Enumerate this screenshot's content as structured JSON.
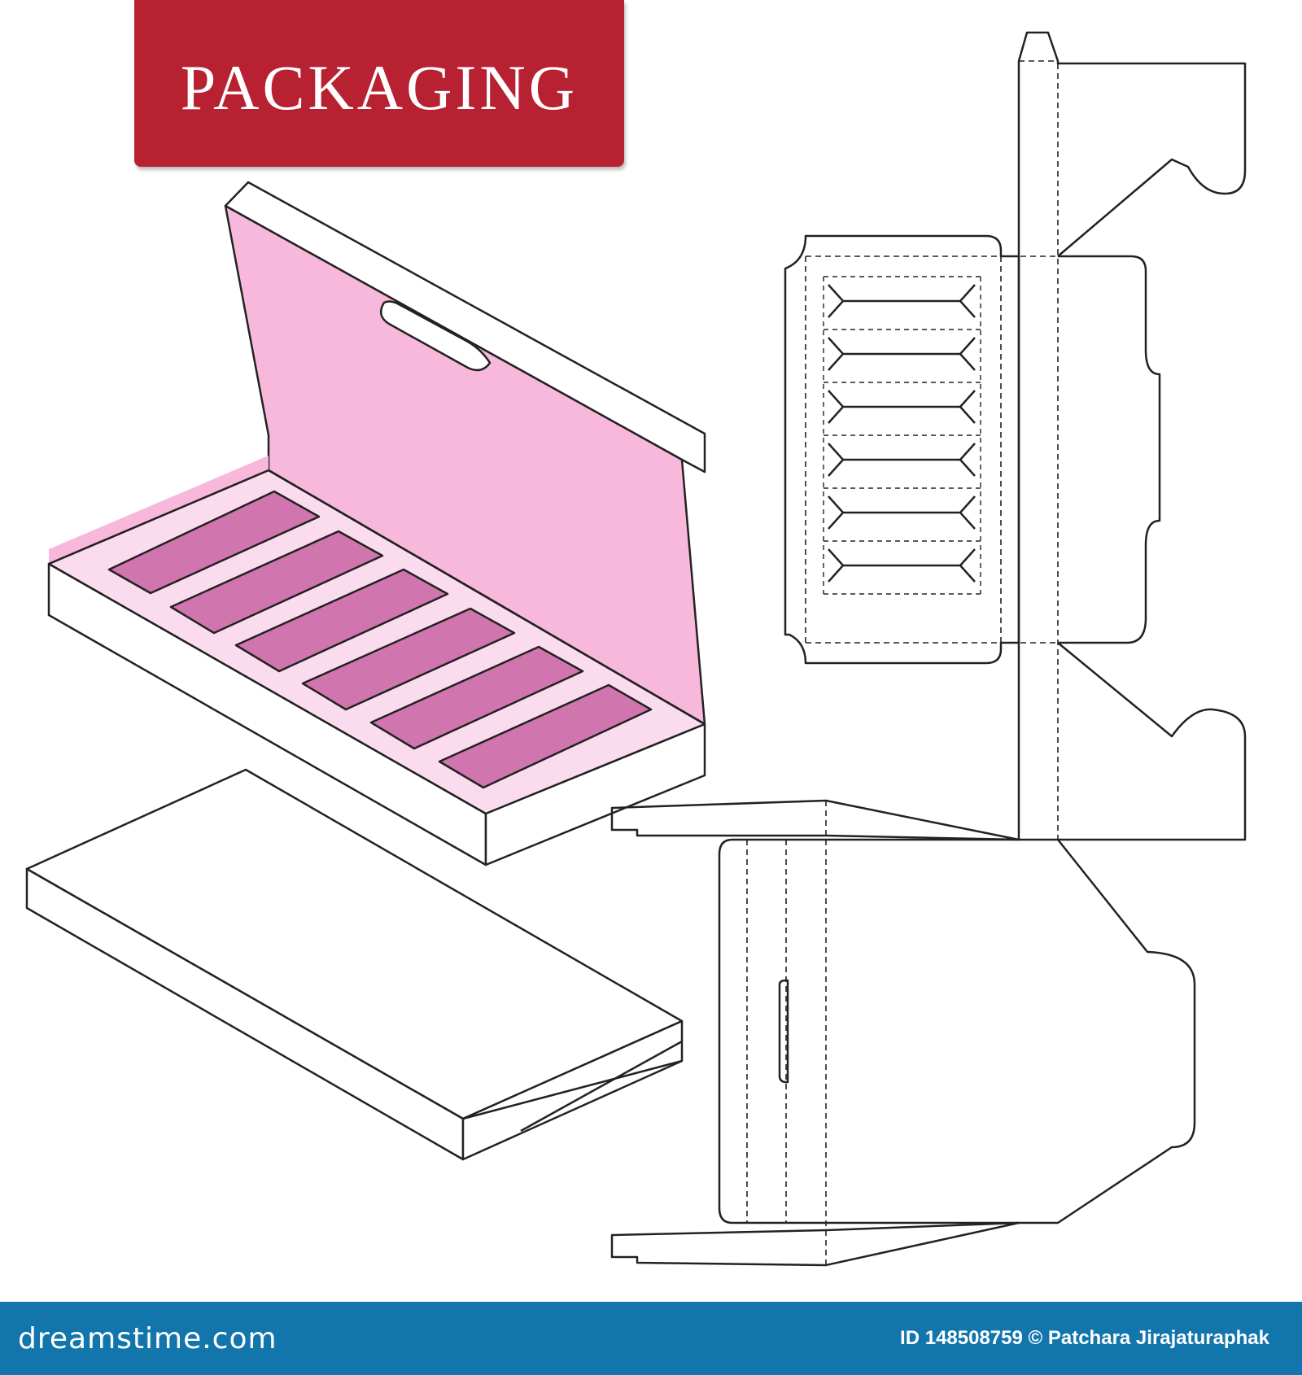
{
  "title": {
    "text": "PACKAGING"
  },
  "footer": {
    "logo_text": "dreamstime.com",
    "id_text": "ID 148508759 © Patchara Jirajaturaphak"
  },
  "colors": {
    "badge": "#b82132",
    "footer": "#1276ad",
    "lid_pink": "#f7b8db",
    "tray_light": "#fbdcef",
    "slot_pink": "#d175ae",
    "stroke": "#222222"
  }
}
